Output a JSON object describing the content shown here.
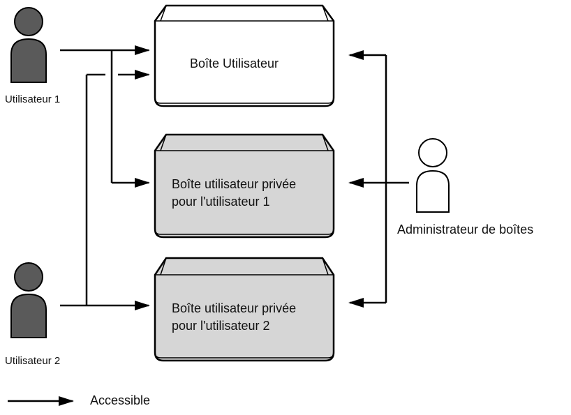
{
  "users": [
    {
      "label": "Utilisateur 1"
    },
    {
      "label": "Utilisateur 2"
    }
  ],
  "admin": {
    "label": "Administrateur de boîtes"
  },
  "boxes": [
    {
      "line1": "Boîte Utilisateur",
      "line2": ""
    },
    {
      "line1": "Boîte utilisateur privée",
      "line2": "pour l'utilisateur 1"
    },
    {
      "line1": "Boîte utilisateur privée",
      "line2": "pour l'utilisateur 2"
    }
  ],
  "legend": {
    "label": "Accessible"
  },
  "colors": {
    "line": "#000000",
    "user_fill": "#5a5a5a",
    "admin_fill": "#ffffff",
    "public_box_fill": "#ffffff",
    "private_box_fill": "#d6d6d6"
  }
}
